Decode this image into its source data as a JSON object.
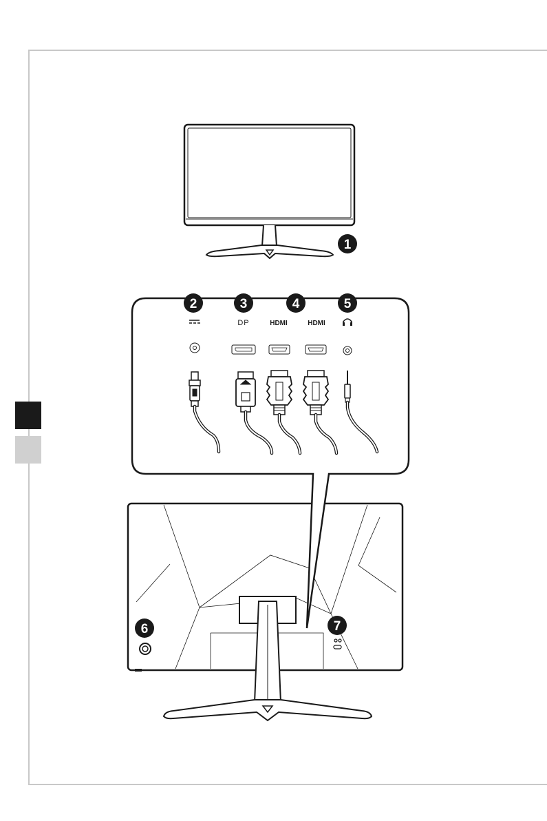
{
  "callouts": {
    "n1": "1",
    "n2": "2",
    "n3": "3",
    "n4": "4",
    "n5": "5",
    "n6": "6",
    "n7": "7"
  },
  "port_labels": {
    "dp": "DP",
    "hdmi_1": "HDMI",
    "hdmi_2": "HDMI"
  },
  "icons": {
    "dc_power": "dc-power-icon",
    "headphone": "headphone-icon",
    "lock": "kensington-lock-icon"
  },
  "colors": {
    "stroke": "#1a1a1a",
    "frame": "#c8c8c8",
    "tab_active": "#1a1a1a",
    "tab_inactive": "#d0d0d0"
  }
}
